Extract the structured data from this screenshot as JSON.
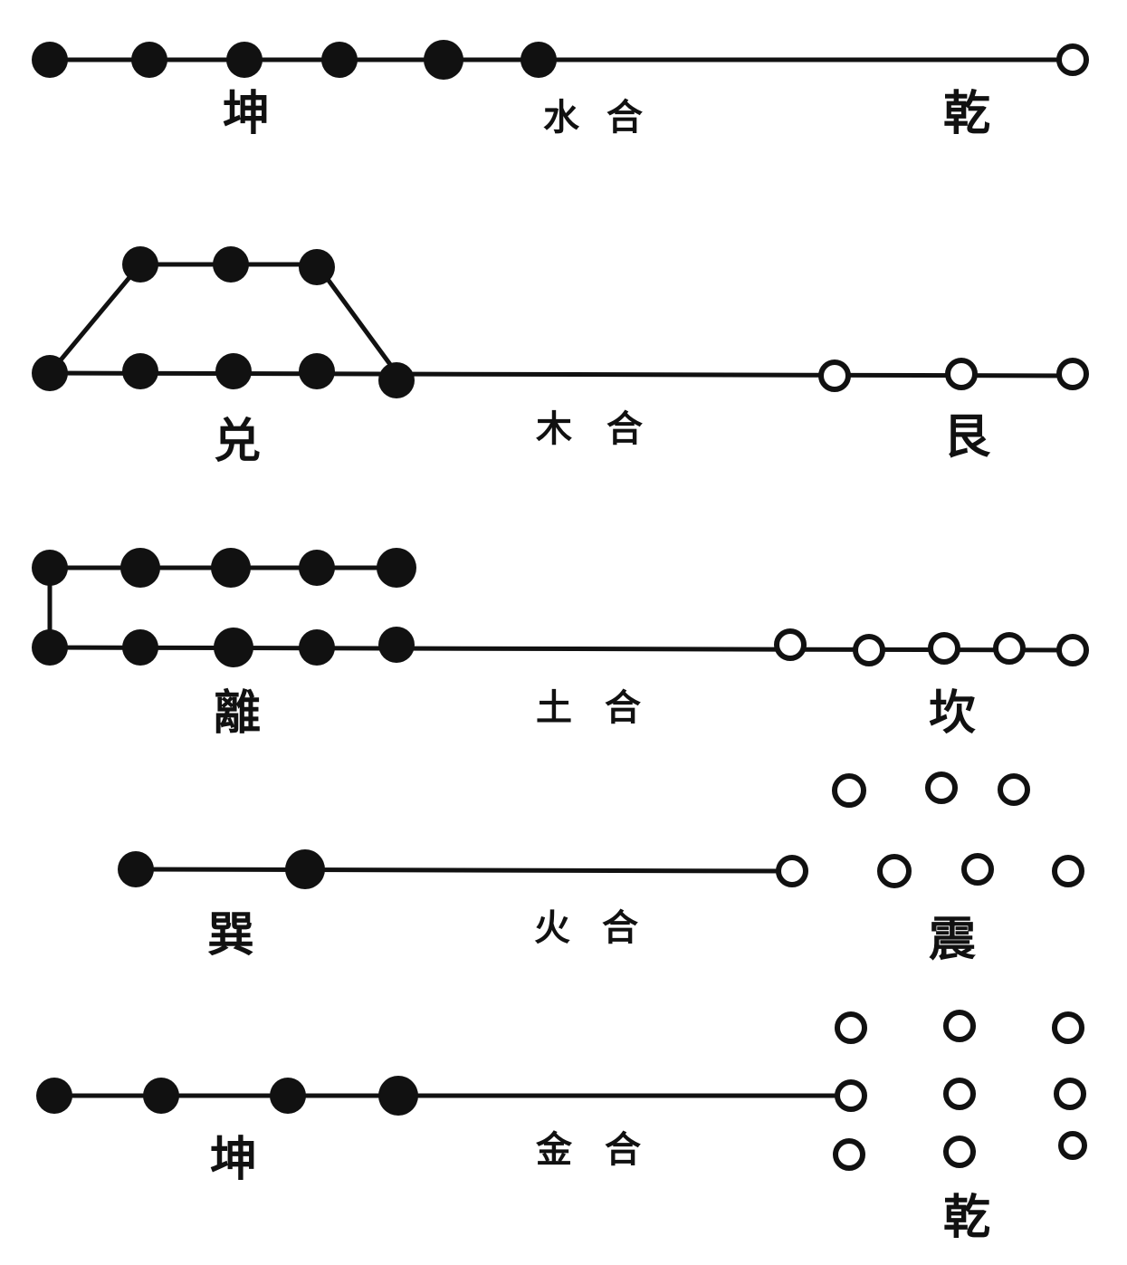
{
  "rows": [
    {
      "left_trigram": "坤",
      "middle_element": "水",
      "middle_union": "合",
      "right_trigram": "乾",
      "black_dots": 6,
      "white_dots": 1
    },
    {
      "left_trigram": "兑",
      "middle_element": "木",
      "middle_union": "合",
      "right_trigram": "艮",
      "black_dots": 8,
      "white_dots": 3
    },
    {
      "left_trigram": "離",
      "middle_element": "土",
      "middle_union": "合",
      "right_trigram": "坎",
      "black_dots": 10,
      "white_dots": 5
    },
    {
      "left_trigram": "巽",
      "middle_element": "火",
      "middle_union": "合",
      "right_trigram": "震",
      "black_dots": 2,
      "white_dots": 7
    },
    {
      "left_trigram": "坤",
      "middle_element": "金",
      "middle_union": "合",
      "right_trigram": "乾",
      "black_dots": 4,
      "white_dots": 9
    }
  ],
  "colors": {
    "ink": "#111111",
    "paper": "#ffffff"
  }
}
